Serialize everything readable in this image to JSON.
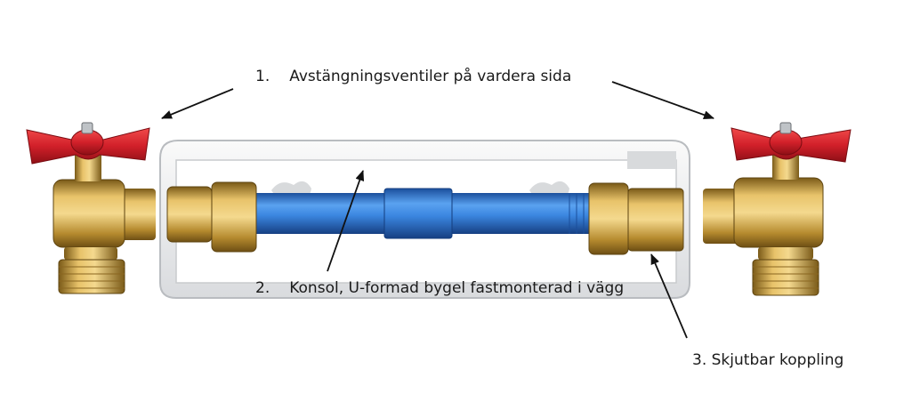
{
  "labels": [
    {
      "number": "1.",
      "text": "Avstängningsventiler på vardera sida"
    },
    {
      "number": "2.",
      "text": "Konsol, U-formad bygel fastmonterad i vägg"
    },
    {
      "number": "3.",
      "text": "Skjutbar koppling"
    }
  ],
  "colors": {
    "background": "#ffffff",
    "valve_handle": "#d2202a",
    "brass": "#c79a3a",
    "pipe": "#2f7bd6",
    "bracket": "#eeeeee",
    "arrow": "#111111"
  }
}
